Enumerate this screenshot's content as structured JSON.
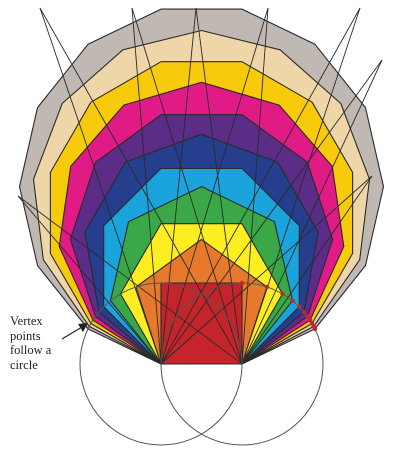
{
  "figure": {
    "annotation_lines": [
      "Vertex",
      "points",
      "follow a",
      "circle"
    ],
    "layers": [
      {
        "name": "silver-gray",
        "fill": "#c0b8b2"
      },
      {
        "name": "beige",
        "fill": "#efd6a8"
      },
      {
        "name": "gold-yellow",
        "fill": "#f8ca0c"
      },
      {
        "name": "magenta",
        "fill": "#e01b86"
      },
      {
        "name": "purple",
        "fill": "#5b2d87"
      },
      {
        "name": "navy-blue",
        "fill": "#253e8e"
      },
      {
        "name": "cyan-blue",
        "fill": "#1ba3dc"
      },
      {
        "name": "green",
        "fill": "#3aa847"
      },
      {
        "name": "yellow",
        "fill": "#fcee21"
      },
      {
        "name": "orange",
        "fill": "#e7792d"
      },
      {
        "name": "red",
        "fill": "#c5242b"
      }
    ],
    "colors": {
      "stroke": "#2a2a2a",
      "circle_stroke": "#555555",
      "vertex_dot": "#c1272d",
      "text": "#222222"
    }
  }
}
